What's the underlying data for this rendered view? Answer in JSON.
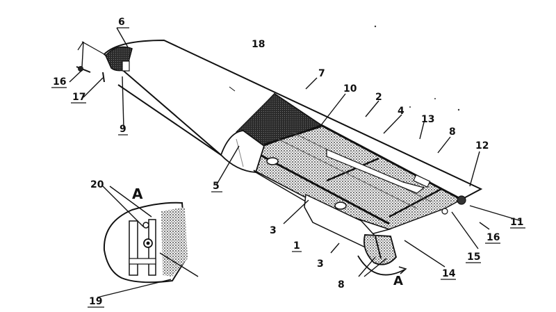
{
  "callouts": [
    {
      "id": "c6",
      "text": "6"
    },
    {
      "id": "c18",
      "text": "18"
    },
    {
      "id": "c16a",
      "text": "16"
    },
    {
      "id": "c17",
      "text": "17"
    },
    {
      "id": "c9",
      "text": "9"
    },
    {
      "id": "c7",
      "text": "7"
    },
    {
      "id": "c10",
      "text": "10"
    },
    {
      "id": "c2",
      "text": "2"
    },
    {
      "id": "c4",
      "text": "4"
    },
    {
      "id": "c13",
      "text": "13"
    },
    {
      "id": "c8a",
      "text": "8"
    },
    {
      "id": "c12",
      "text": "12"
    },
    {
      "id": "c5",
      "text": "5"
    },
    {
      "id": "c11",
      "text": "11"
    },
    {
      "id": "c16b",
      "text": "16"
    },
    {
      "id": "c3a",
      "text": "3"
    },
    {
      "id": "c1",
      "text": "1"
    },
    {
      "id": "c3b",
      "text": "3"
    },
    {
      "id": "c15",
      "text": "15"
    },
    {
      "id": "c14",
      "text": "14"
    },
    {
      "id": "c8b",
      "text": "8"
    },
    {
      "id": "c20",
      "text": "20"
    },
    {
      "id": "c19",
      "text": "19"
    }
  ],
  "section_marks": [
    {
      "id": "detail-title",
      "text": "A"
    },
    {
      "id": "section-arrow",
      "text": "A"
    }
  ],
  "colors": {
    "ink": "#111111",
    "hatch": "#3a3a3a",
    "paper": "#ffffff"
  }
}
